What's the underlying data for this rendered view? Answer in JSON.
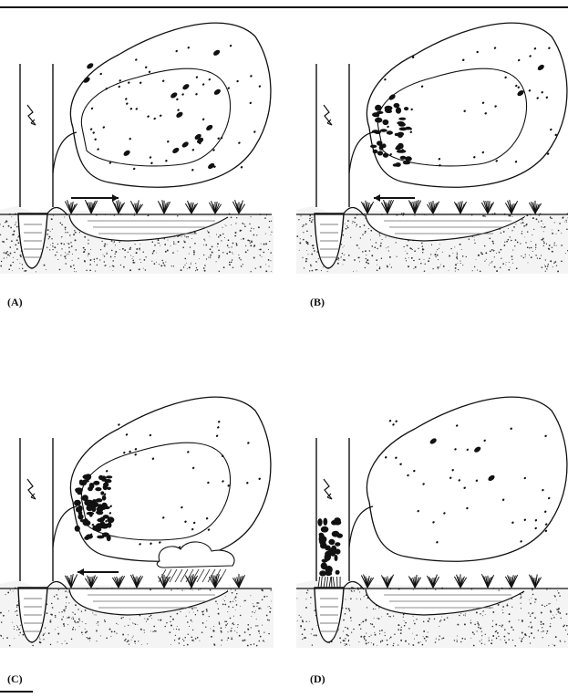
{
  "panels": [
    {
      "id": "A",
      "label": "(A)",
      "flow": "right",
      "blobs": "scattered",
      "hatched": "none",
      "rain": false
    },
    {
      "id": "B",
      "label": "(B)",
      "flow": "left",
      "blobs": "outlet",
      "hatched": "none",
      "rain": false
    },
    {
      "id": "C",
      "label": "(C)",
      "flow": "left",
      "blobs": "outlet-dense",
      "hatched": "none",
      "rain": true
    },
    {
      "id": "D",
      "label": "(D)",
      "flow": "none",
      "blobs": "channel",
      "hatched": "channel",
      "rain": false
    }
  ]
}
